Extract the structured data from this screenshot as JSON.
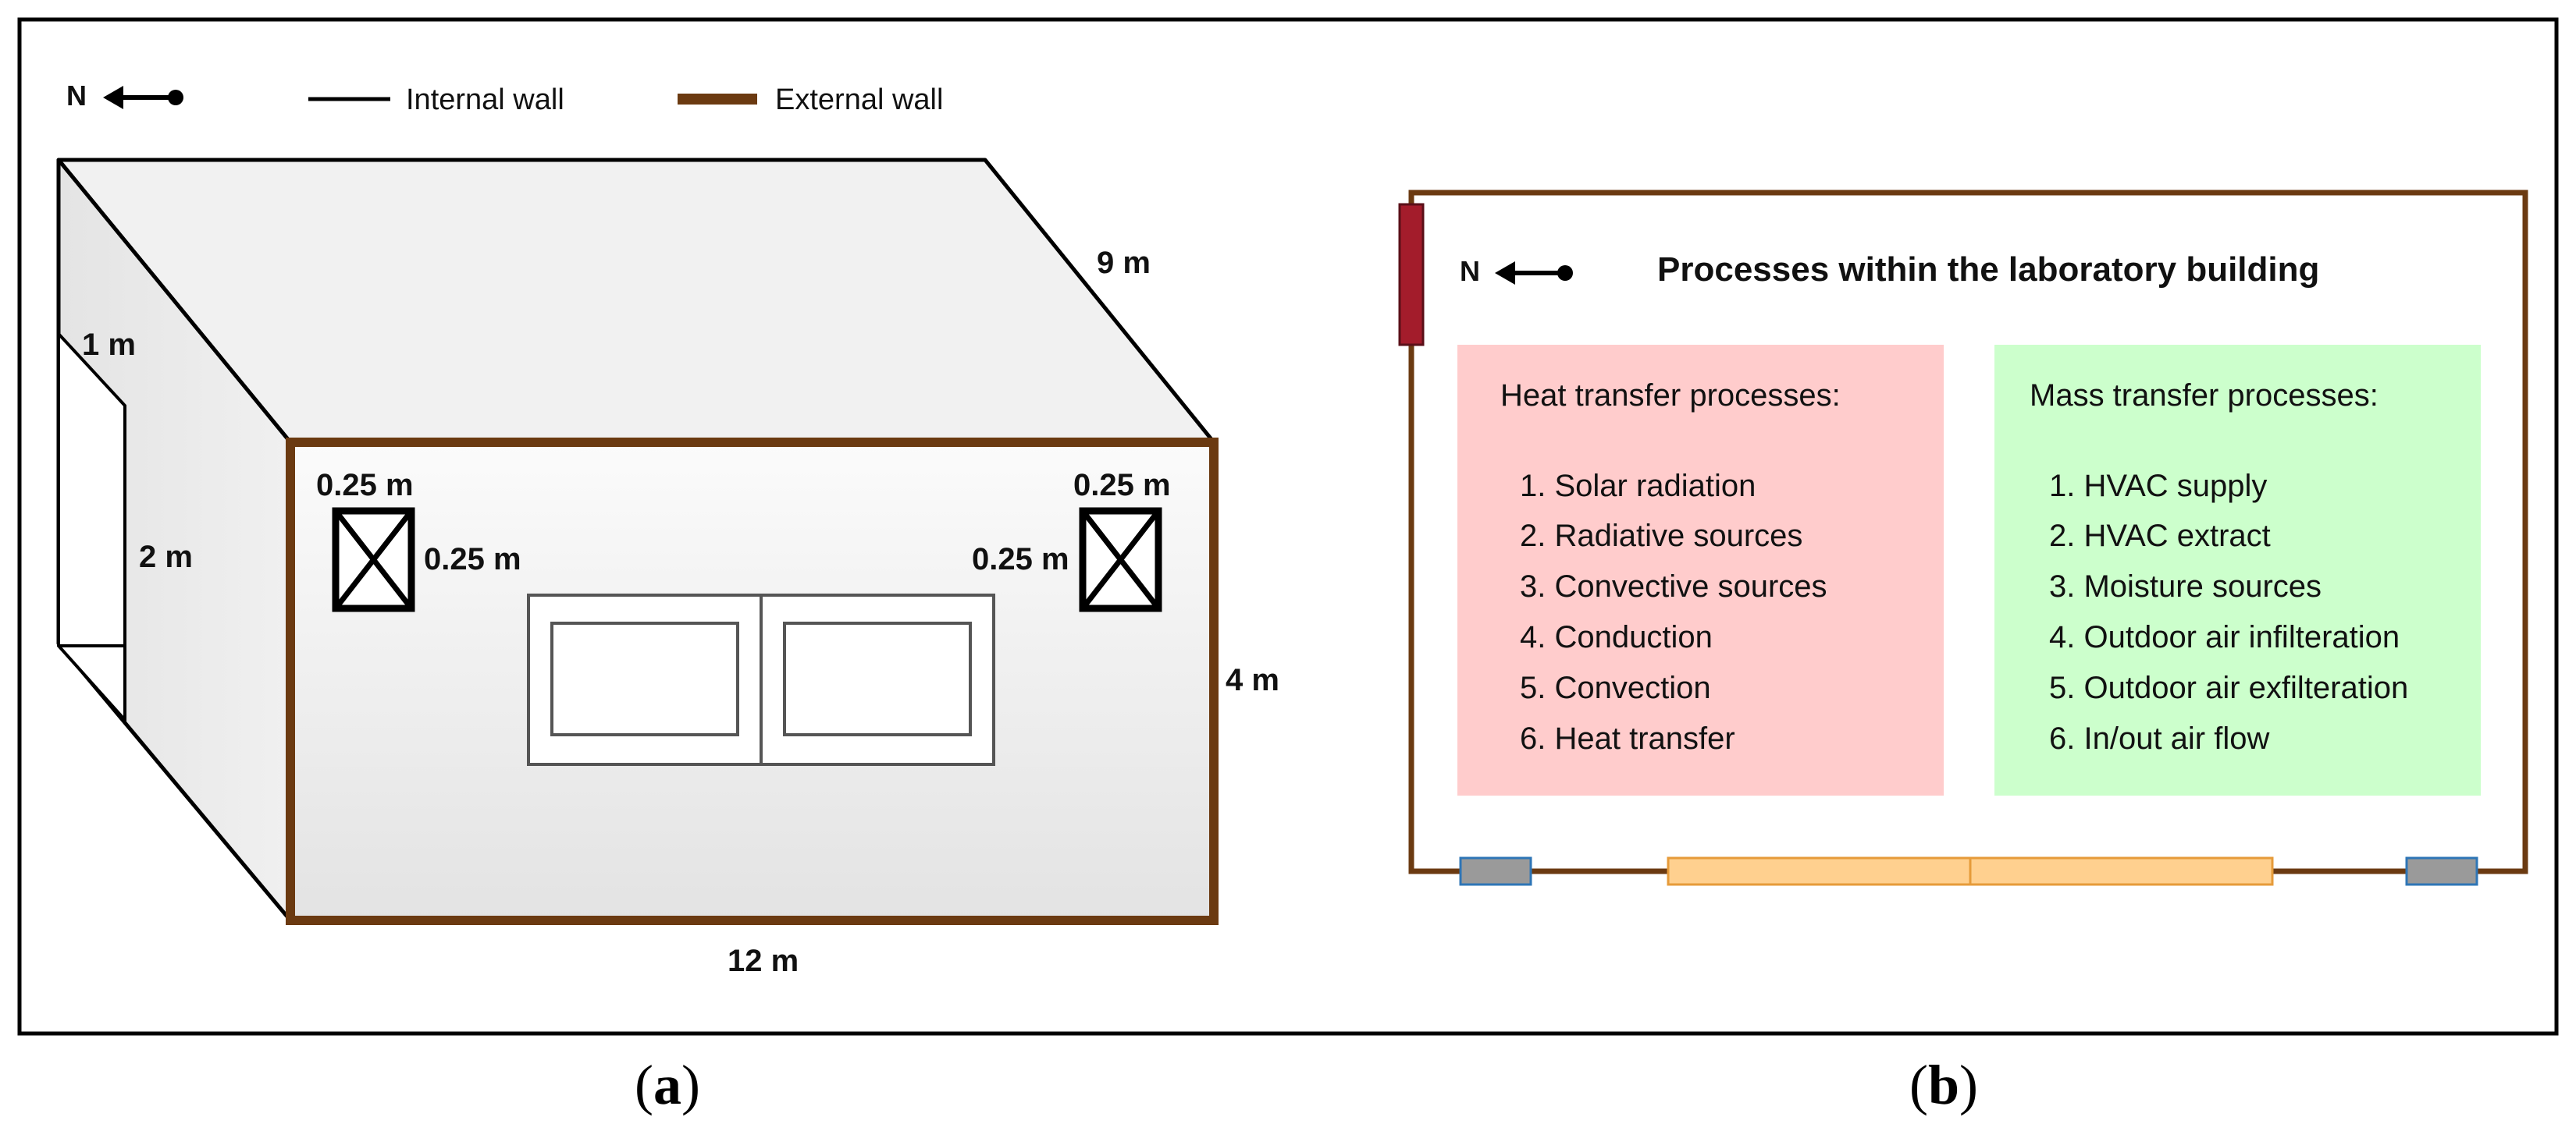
{
  "colors": {
    "external_wall": "#6b3a11",
    "internal_wall": "#000000",
    "box_face": "#eeeeee",
    "heat_box": "#ffcccc",
    "mass_box": "#ccffcc",
    "door": "#a31c2b",
    "window_grey": "#9a9a9a",
    "window_border": "#2e75b6",
    "glazing": "#ffd08f",
    "glazing_border": "#e69b3a"
  },
  "legend": {
    "north": "N",
    "internal_wall": "Internal wall",
    "external_wall": "External wall"
  },
  "panel_a": {
    "dims": {
      "depth": "9 m",
      "door_top": "1 m",
      "door_height": "2 m",
      "height": "4 m",
      "width": "12 m",
      "vent_left_top": "0.25 m",
      "vent_left_side": "0.25 m",
      "vent_right_top": "0.25 m",
      "vent_right_side": "0.25 m"
    },
    "caption_open": "(",
    "caption_letter": "a",
    "caption_close": ")"
  },
  "panel_b": {
    "north": "N",
    "title": "Processes within the laboratory building",
    "heat": {
      "heading": "Heat transfer processes:",
      "items": [
        "1. Solar radiation",
        "2. Radiative sources",
        "3. Convective sources",
        "4. Conduction",
        "5. Convection",
        "6. Heat transfer"
      ]
    },
    "mass": {
      "heading": "Mass transfer processes:",
      "items": [
        "1. HVAC supply",
        "2. HVAC extract",
        "3. Moisture sources",
        "4. Outdoor air infilteration",
        "5. Outdoor air exfilteration",
        "6. In/out air flow"
      ]
    },
    "caption_open": "(",
    "caption_letter": "b",
    "caption_close": ")"
  }
}
